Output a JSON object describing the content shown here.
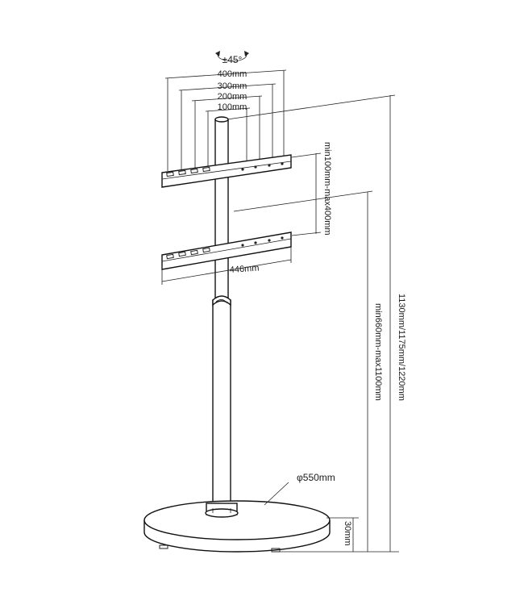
{
  "rotation_label": "±45°",
  "vesa_labels": {
    "w400": "400mm",
    "w300": "300mm",
    "w200": "200mm",
    "w100": "100mm"
  },
  "bracket_spacing_label": "min100mm-max400mm",
  "bracket_width_label": "446mm",
  "total_height_label": "1130mm/1175mm/1220mm",
  "adjust_height_label": "min660mm-max1100mm",
  "base_diameter_label": "φ550mm",
  "base_thickness_label": "30mm"
}
